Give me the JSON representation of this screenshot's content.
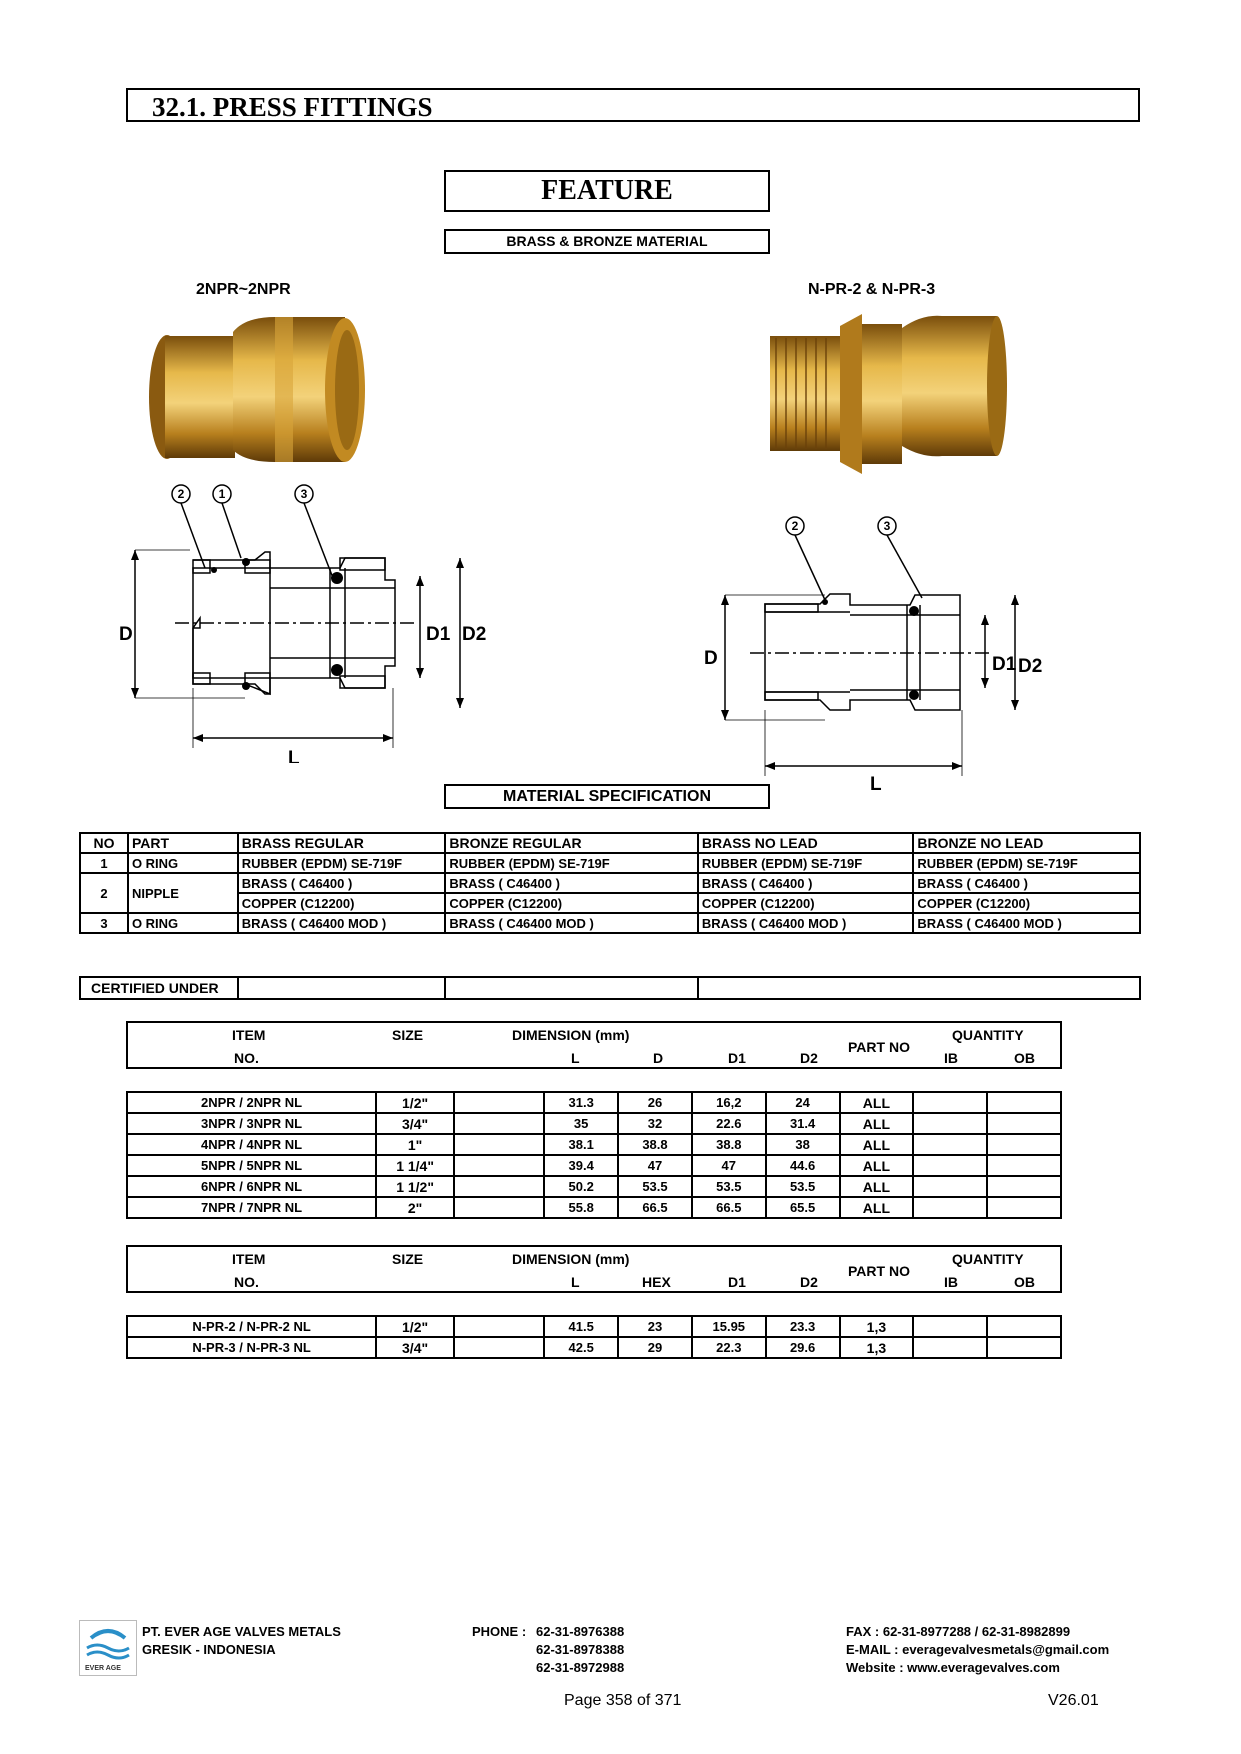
{
  "header": {
    "title": "32.1.  PRESS FITTINGS"
  },
  "feature": {
    "title": "FEATURE",
    "material": "BRASS & BRONZE MATERIAL"
  },
  "products": {
    "left_label": "2NPR~2NPR",
    "right_label": "N-PR-2 & N-PR-3"
  },
  "diagram_labels": {
    "d": "D",
    "d1": "D1",
    "d2": "D2",
    "l": "L",
    "callout_1": "1",
    "callout_2": "2",
    "callout_3": "3"
  },
  "spec": {
    "title": "MATERIAL SPECIFICATION",
    "headers": [
      "NO",
      "PART",
      "BRASS REGULAR",
      "BRONZE REGULAR",
      "BRASS NO LEAD",
      "BRONZE NO LEAD"
    ],
    "row1": {
      "no": "1",
      "part": "O RING",
      "cells": [
        "RUBBER (EPDM) SE-719F",
        "RUBBER (EPDM) SE-719F",
        "RUBBER (EPDM) SE-719F",
        "RUBBER (EPDM) SE-719F"
      ]
    },
    "row2": {
      "no": "2",
      "part": "NIPPLE",
      "cells_a": [
        "BRASS ( C46400 )",
        "BRASS ( C46400 )",
        "BRASS ( C46400 )",
        "BRASS ( C46400 )"
      ],
      "cells_b": [
        "COPPER (C12200)",
        "COPPER (C12200)",
        "COPPER (C12200)",
        "COPPER (C12200)"
      ]
    },
    "row3": {
      "no": "3",
      "part": "O RING",
      "cells": [
        "BRASS ( C46400 MOD )",
        "BRASS ( C46400 MOD )",
        "BRASS ( C46400 MOD )",
        "BRASS ( C46400 MOD )"
      ]
    }
  },
  "certified": {
    "label": "CERTIFIED UNDER"
  },
  "table1": {
    "headers": {
      "item": "ITEM",
      "no": "NO.",
      "size": "SIZE",
      "dimension": "DIMENSION (mm)",
      "l": "L",
      "d": "D",
      "d1": "D1",
      "d2": "D2",
      "part_no": "PART NO",
      "quantity": "QUANTITY",
      "ib": "IB",
      "ob": "OB"
    },
    "rows": [
      {
        "item": "2NPR / 2NPR NL",
        "size": "1/2\"",
        "l": "31.3",
        "d": "26",
        "d1": "16,2",
        "d2": "24",
        "part": "ALL"
      },
      {
        "item": "3NPR / 3NPR NL",
        "size": "3/4\"",
        "l": "35",
        "d": "32",
        "d1": "22.6",
        "d2": "31.4",
        "part": "ALL"
      },
      {
        "item": "4NPR / 4NPR NL",
        "size": "1\"",
        "l": "38.1",
        "d": "38.8",
        "d1": "38.8",
        "d2": "38",
        "part": "ALL"
      },
      {
        "item": "5NPR / 5NPR NL",
        "size": "1 1/4\"",
        "l": "39.4",
        "d": "47",
        "d1": "47",
        "d2": "44.6",
        "part": "ALL"
      },
      {
        "item": "6NPR / 6NPR NL",
        "size": "1 1/2\"",
        "l": "50.2",
        "d": "53.5",
        "d1": "53.5",
        "d2": "53.5",
        "part": "ALL"
      },
      {
        "item": "7NPR / 7NPR NL",
        "size": "2\"",
        "l": "55.8",
        "d": "66.5",
        "d1": "66.5",
        "d2": "65.5",
        "part": "ALL"
      }
    ]
  },
  "table2": {
    "headers": {
      "item": "ITEM",
      "no": "NO.",
      "size": "SIZE",
      "dimension": "DIMENSION (mm)",
      "l": "L",
      "hex": "HEX",
      "d1": "D1",
      "d2": "D2",
      "part_no": "PART NO",
      "quantity": "QUANTITY",
      "ib": "IB",
      "ob": "OB"
    },
    "rows": [
      {
        "item": "N-PR-2 / N-PR-2 NL",
        "size": "1/2\"",
        "l": "41.5",
        "hex": "23",
        "d1": "15.95",
        "d2": "23.3",
        "part": "1,3"
      },
      {
        "item": "N-PR-3 / N-PR-3 NL",
        "size": "3/4\"",
        "l": "42.5",
        "hex": "29",
        "d1": "22.3",
        "d2": "29.6",
        "part": "1,3"
      }
    ]
  },
  "footer": {
    "logo_text": "EVER AGE",
    "company": "PT. EVER AGE VALVES METALS",
    "location": "GRESIK - INDONESIA",
    "phone_label": "PHONE :",
    "phones": [
      "62-31-8976388",
      "62-31-8978388",
      "62-31-8972988"
    ],
    "fax": "FAX  : 62-31-8977288 / 62-31-8982899",
    "email": "E-MAIL  : everagevalvesmetals@gmail.com",
    "website": "Website  : www.everagevalves.com",
    "page": "Page 358 of 371",
    "version": "V26.01"
  },
  "colors": {
    "brass": "#c9952a",
    "brass_dark": "#8a5a10",
    "logo_blue": "#2a8fc8"
  }
}
